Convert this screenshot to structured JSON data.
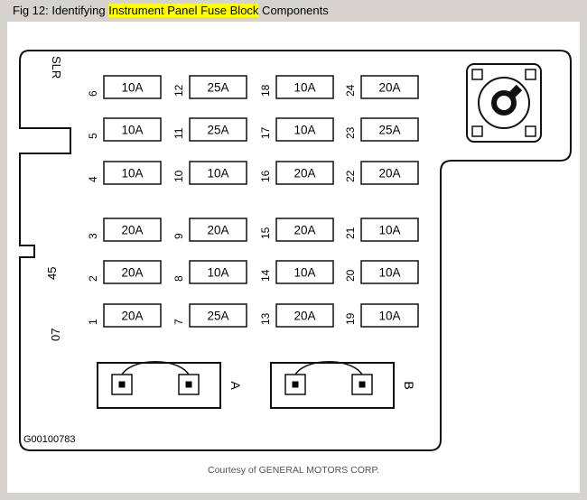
{
  "title_bar": {
    "prefix": "Fig 12: Identifying ",
    "highlight": "Instrument Panel Fuse Block",
    "suffix": " Components",
    "highlight_color": "#ffff00"
  },
  "diagram": {
    "labels": {
      "top_left": "SLR",
      "left_mid": "45",
      "left_low": "07",
      "part_number": "G00100783"
    },
    "fuses": [
      {
        "num": "6",
        "amps": "10A"
      },
      {
        "num": "12",
        "amps": "25A"
      },
      {
        "num": "18",
        "amps": "10A"
      },
      {
        "num": "24",
        "amps": "20A"
      },
      {
        "num": "5",
        "amps": "10A"
      },
      {
        "num": "11",
        "amps": "25A"
      },
      {
        "num": "17",
        "amps": "10A"
      },
      {
        "num": "23",
        "amps": "25A"
      },
      {
        "num": "4",
        "amps": "10A"
      },
      {
        "num": "10",
        "amps": "10A"
      },
      {
        "num": "16",
        "amps": "20A"
      },
      {
        "num": "22",
        "amps": "20A"
      },
      {
        "num": "3",
        "amps": "20A"
      },
      {
        "num": "9",
        "amps": "20A"
      },
      {
        "num": "15",
        "amps": "20A"
      },
      {
        "num": "21",
        "amps": "10A"
      },
      {
        "num": "2",
        "amps": "20A"
      },
      {
        "num": "8",
        "amps": "10A"
      },
      {
        "num": "14",
        "amps": "10A"
      },
      {
        "num": "20",
        "amps": "10A"
      },
      {
        "num": "1",
        "amps": "20A"
      },
      {
        "num": "7",
        "amps": "25A"
      },
      {
        "num": "13",
        "amps": "20A"
      },
      {
        "num": "19",
        "amps": "10A"
      }
    ],
    "connectors": [
      {
        "label": "A"
      },
      {
        "label": "B"
      }
    ]
  },
  "footer": {
    "courtesy": "Courtesy of GENERAL MOTORS CORP."
  }
}
